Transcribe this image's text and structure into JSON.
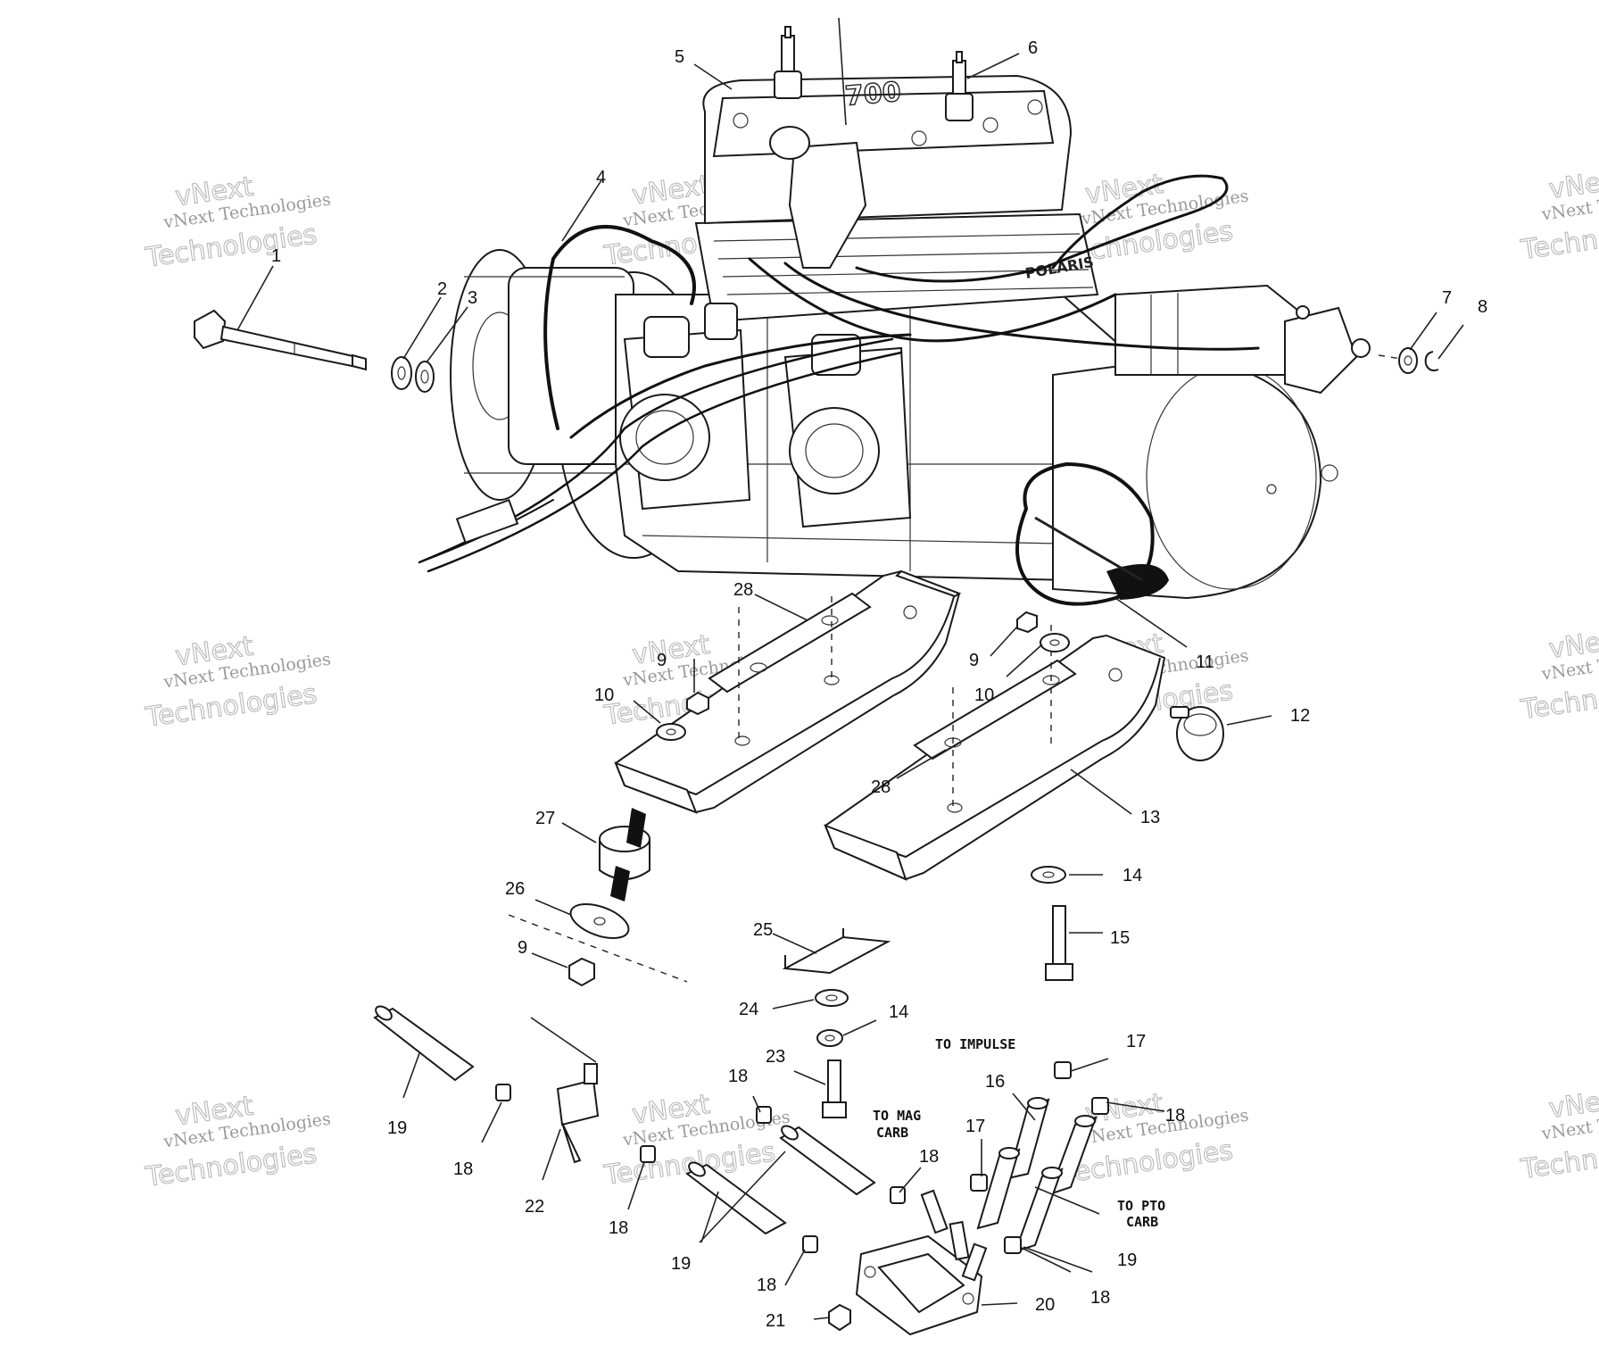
{
  "diagram": {
    "callouts": [
      {
        "id": "c1",
        "label": "1"
      },
      {
        "id": "c2",
        "label": "2"
      },
      {
        "id": "c3",
        "label": "3"
      },
      {
        "id": "c4",
        "label": "4"
      },
      {
        "id": "c5",
        "label": "5"
      },
      {
        "id": "c6",
        "label": "6"
      },
      {
        "id": "c7",
        "label": "7"
      },
      {
        "id": "c8",
        "label": "8"
      },
      {
        "id": "c9a",
        "label": "9"
      },
      {
        "id": "c9b",
        "label": "9"
      },
      {
        "id": "c9c",
        "label": "9"
      },
      {
        "id": "c10a",
        "label": "10"
      },
      {
        "id": "c10b",
        "label": "10"
      },
      {
        "id": "c11",
        "label": "11"
      },
      {
        "id": "c12",
        "label": "12"
      },
      {
        "id": "c13",
        "label": "13"
      },
      {
        "id": "c14a",
        "label": "14"
      },
      {
        "id": "c14b",
        "label": "14"
      },
      {
        "id": "c15",
        "label": "15"
      },
      {
        "id": "c16",
        "label": "16"
      },
      {
        "id": "c17a",
        "label": "17"
      },
      {
        "id": "c17b",
        "label": "17"
      },
      {
        "id": "c18a",
        "label": "18"
      },
      {
        "id": "c18b",
        "label": "18"
      },
      {
        "id": "c18c",
        "label": "18"
      },
      {
        "id": "c18d",
        "label": "18"
      },
      {
        "id": "c18e",
        "label": "18"
      },
      {
        "id": "c18f",
        "label": "18"
      },
      {
        "id": "c18g",
        "label": "18"
      },
      {
        "id": "c19a",
        "label": "19"
      },
      {
        "id": "c19b",
        "label": "19"
      },
      {
        "id": "c19c",
        "label": "19"
      },
      {
        "id": "c20",
        "label": "20"
      },
      {
        "id": "c21",
        "label": "21"
      },
      {
        "id": "c22",
        "label": "22"
      },
      {
        "id": "c23",
        "label": "23"
      },
      {
        "id": "c24",
        "label": "24"
      },
      {
        "id": "c25",
        "label": "25"
      },
      {
        "id": "c26",
        "label": "26"
      },
      {
        "id": "c27",
        "label": "27"
      },
      {
        "id": "c28a",
        "label": "28"
      },
      {
        "id": "c28b",
        "label": "28"
      }
    ],
    "notes": {
      "to_impulse": "TO IMPULSE",
      "to_mag_carb_1": "TO MAG",
      "to_mag_carb_2": "CARB",
      "to_pto_carb_1": "TO PTO",
      "to_pto_carb_2": "CARB"
    },
    "engine_brand_text": "POLARIS",
    "engine_model_text": "700",
    "watermark": {
      "line1": "vNext",
      "line2": "vNext Technologies",
      "line3": "Technologies"
    }
  }
}
